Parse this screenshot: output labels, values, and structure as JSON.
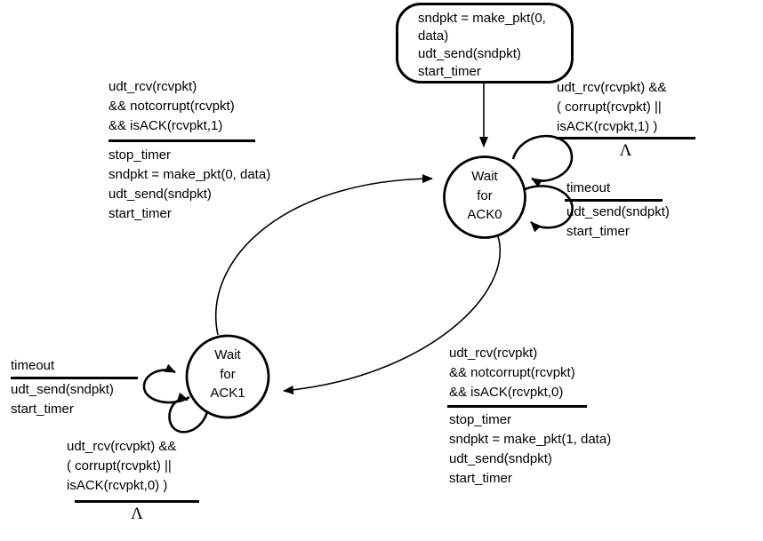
{
  "colors": {
    "stroke": "#000000",
    "background": "#ffffff"
  },
  "initial_state": {
    "actions": [
      "sndpkt = make_pkt(0,",
      "data)",
      "udt_send(sndpkt)",
      "start_timer"
    ]
  },
  "states": {
    "ack0": {
      "lines": [
        "Wait",
        "for",
        "ACK0"
      ]
    },
    "ack1": {
      "lines": [
        "Wait",
        "for",
        "ACK1"
      ]
    }
  },
  "transitions": {
    "rcv_ok_send0": {
      "condition": [
        "udt_rcv(rcvpkt)",
        "&& notcorrupt(rcvpkt)",
        "&& isACK(rcvpkt,1)"
      ],
      "actions": [
        "stop_timer",
        "sndpkt = make_pkt(0, data)",
        "udt_send(sndpkt)",
        "start_timer"
      ]
    },
    "ack0_corrupt_loop": {
      "condition": [
        "udt_rcv(rcvpkt) &&",
        "( corrupt(rcvpkt) ||",
        "isACK(rcvpkt,1) )"
      ],
      "actions": [
        "Λ"
      ]
    },
    "ack0_timeout_loop": {
      "condition": [
        "timeout"
      ],
      "actions": [
        "udt_send(sndpkt)",
        "start_timer"
      ]
    },
    "rcv_ok_send1": {
      "condition": [
        "udt_rcv(rcvpkt)",
        "&& notcorrupt(rcvpkt)",
        "&& isACK(rcvpkt,0)"
      ],
      "actions": [
        "stop_timer",
        "sndpkt = make_pkt(1, data)",
        "udt_send(sndpkt)",
        "start_timer"
      ]
    },
    "ack1_timeout_loop": {
      "condition": [
        "timeout"
      ],
      "actions": [
        "udt_send(sndpkt)",
        "start_timer"
      ]
    },
    "ack1_corrupt_loop": {
      "condition": [
        "udt_rcv(rcvpkt) &&",
        "( corrupt(rcvpkt) ||",
        "isACK(rcvpkt,0) )"
      ],
      "actions": [
        "Λ"
      ]
    }
  }
}
